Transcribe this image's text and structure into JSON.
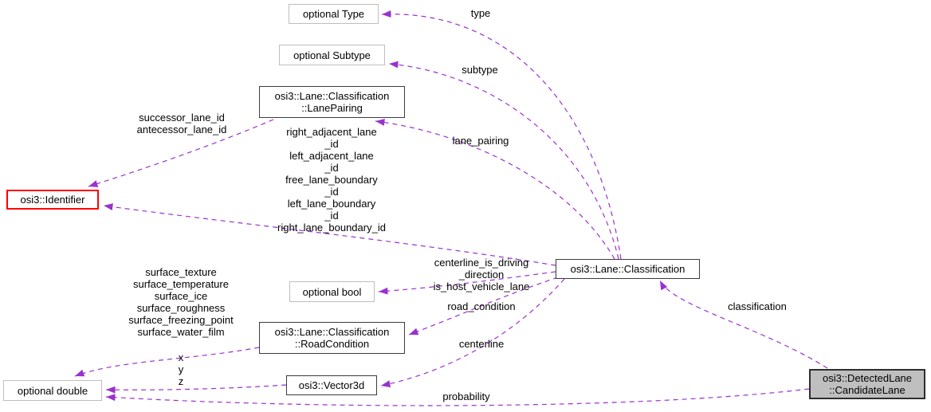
{
  "colors": {
    "edge": "#9a32cd",
    "doc_node_border": "#3c3c3c",
    "plain_node_border": "#bebebe",
    "highlight_node_border": "#ff0000",
    "current_node_fill": "#bfbfbf",
    "background": "#ffffff",
    "text": "#000000"
  },
  "nodes": {
    "optional_type": {
      "label": "optional Type"
    },
    "optional_subtype": {
      "label": "optional Subtype"
    },
    "lane_pairing": {
      "label": "osi3::Lane::Classification\n::LanePairing"
    },
    "identifier": {
      "label": "osi3::Identifier"
    },
    "optional_bool": {
      "label": "optional bool"
    },
    "road_condition": {
      "label": "osi3::Lane::Classification\n::RoadCondition"
    },
    "optional_double": {
      "label": "optional double"
    },
    "vector3d": {
      "label": "osi3::Vector3d"
    },
    "classification": {
      "label": "osi3::Lane::Classification"
    },
    "candidate_lane": {
      "label": "osi3::DetectedLane\n::CandidateLane"
    }
  },
  "edge_labels": {
    "type": "type",
    "subtype": "subtype",
    "lane_pairing": "lane_pairing",
    "successor_antecessor": "successor_lane_id\nantecessor_lane_id",
    "adjacent_and_boundary_ids": "right_adjacent_lane\n_id\nleft_adjacent_lane\n_id\nfree_lane_boundary\n_id\nleft_lane_boundary\n_id\nright_lane_boundary_id",
    "driving_direction_host_lane": "centerline_is_driving\n_direction\nis_host_vehicle_lane",
    "road_condition": "road_condition",
    "centerline": "centerline",
    "surface_fields": "surface_texture\nsurface_temperature\nsurface_ice\nsurface_roughness\nsurface_freezing_point\nsurface_water_film",
    "xyz": "x\ny\nz",
    "probability": "probability",
    "classification": "classification"
  }
}
